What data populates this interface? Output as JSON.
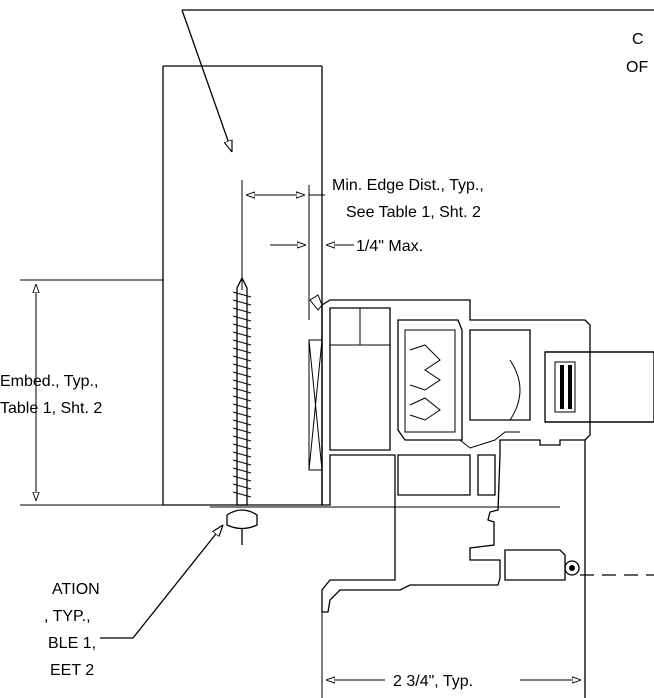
{
  "labels": {
    "callout_top_right_line1": "C",
    "callout_top_right_line2": "OF",
    "min_edge_line1": "Min. Edge Dist., Typ.,",
    "min_edge_line2": "See Table 1, Sht. 2",
    "max_gap": "1/4\" Max.",
    "embed_line1": "Embed., Typ.,",
    "embed_line2": "Table 1, Sht. 2",
    "anchor_line1": "ATION",
    "anchor_line2": ", TYP.,",
    "anchor_line3": "BLE 1,",
    "anchor_line4": "EET 2",
    "width_dim": "2 3/4\", Typ."
  }
}
